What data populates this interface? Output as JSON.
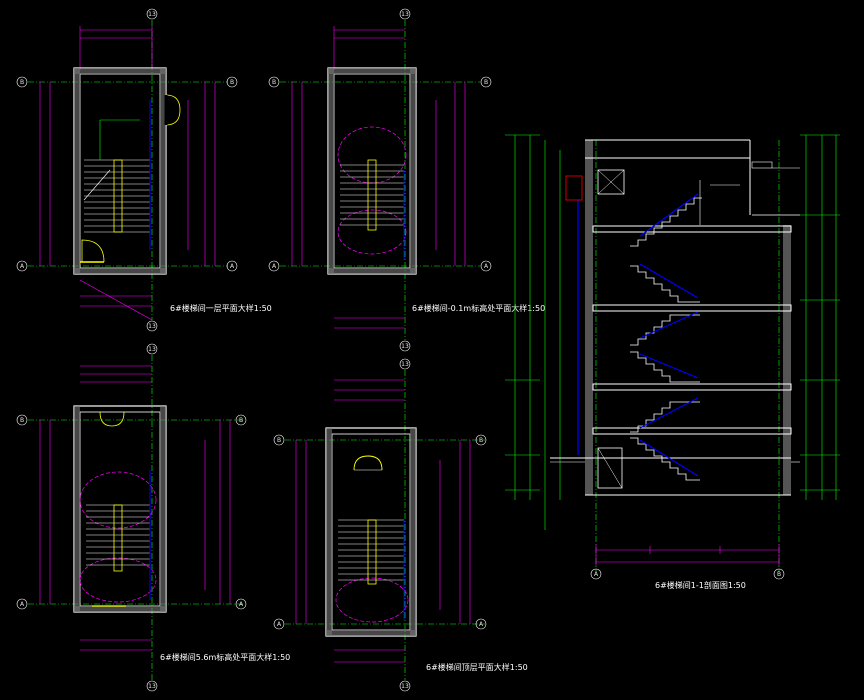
{
  "colors": {
    "background": "#000000",
    "wall": "#ffffff",
    "dimension": "#ff00ff",
    "grid_axis": "#00ff00",
    "stair": "#00ff00",
    "opening": "#ffff00",
    "leader": "#0000ff",
    "hatch": "#888888"
  },
  "plans": [
    {
      "title": "6#楼梯间一层平面大样1:50",
      "axes": {
        "top": "13",
        "bottom": "13",
        "left_top": "B",
        "left_bottom": "A",
        "right_top": "B",
        "right_bottom": "A"
      }
    },
    {
      "title": "6#楼梯间-0.1m标高处平面大样1:50",
      "axes": {
        "top": "13",
        "bottom": "13",
        "left_top": "B",
        "left_bottom": "A",
        "right_top": "B",
        "right_bottom": "A"
      }
    },
    {
      "title": "6#楼梯间5.6m标高处平面大样1:50",
      "axes": {
        "top": "13",
        "bottom": "13",
        "left_top": "B",
        "left_bottom": "A",
        "right_top": "B",
        "right_bottom": "A"
      }
    },
    {
      "title": "6#楼梯间顶层平面大样1:50",
      "axes": {
        "top": "13",
        "bottom": "13",
        "left_top": "B",
        "left_bottom": "A",
        "right_top": "B",
        "right_bottom": "A"
      }
    }
  ],
  "section": {
    "title": "6#楼梯间1-1剖面图1:50",
    "axes": {
      "left": "A",
      "right": "B"
    }
  }
}
